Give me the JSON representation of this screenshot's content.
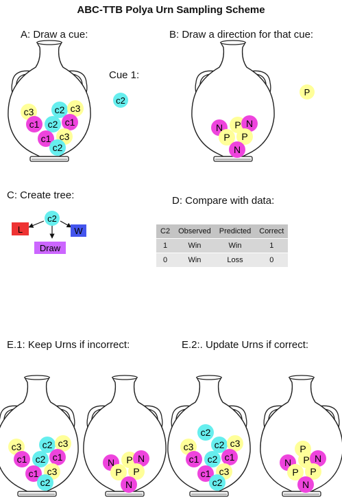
{
  "title": "ABC-TTB Polya Urn Sampling Scheme",
  "panels": {
    "a_label": "A: Draw a cue:",
    "b_label": "B: Draw a direction for that cue:",
    "c_label": "C: Create  tree:",
    "d_label": "D: Compare with data:",
    "e1_label": "E.1: Keep Urns if incorrect:",
    "e2_label": "E.2:. Update Urns if correct:"
  },
  "cue_label": "Cue 1:",
  "drawn_cue": "c2",
  "drawn_direction": "P",
  "colors": {
    "cyan": "#66eeee",
    "yellow": "#ffff99",
    "magenta": "#ee44dd",
    "red": "#ee3333",
    "blue": "#4455ee",
    "purple": "#cc66ff",
    "urn_stroke": "#222222"
  },
  "cue_urn": [
    {
      "label": "c3",
      "color": "yellow"
    },
    {
      "label": "c2",
      "color": "cyan"
    },
    {
      "label": "c3",
      "color": "yellow"
    },
    {
      "label": "c1",
      "color": "magenta"
    },
    {
      "label": "c2",
      "color": "cyan"
    },
    {
      "label": "c1",
      "color": "magenta"
    },
    {
      "label": "c1",
      "color": "magenta"
    },
    {
      "label": "c3",
      "color": "yellow"
    },
    {
      "label": "c2",
      "color": "cyan"
    }
  ],
  "cue_urn_updated": [
    {
      "label": "c2",
      "color": "cyan"
    },
    {
      "label": "c3",
      "color": "yellow"
    },
    {
      "label": "c2",
      "color": "cyan"
    },
    {
      "label": "c3",
      "color": "yellow"
    },
    {
      "label": "c1",
      "color": "magenta"
    },
    {
      "label": "c2",
      "color": "cyan"
    },
    {
      "label": "c1",
      "color": "magenta"
    },
    {
      "label": "c1",
      "color": "magenta"
    },
    {
      "label": "c3",
      "color": "yellow"
    },
    {
      "label": "c2",
      "color": "cyan"
    }
  ],
  "direction_urn": [
    {
      "label": "N",
      "color": "magenta"
    },
    {
      "label": "P",
      "color": "yellow"
    },
    {
      "label": "N",
      "color": "magenta"
    },
    {
      "label": "P",
      "color": "yellow"
    },
    {
      "label": "P",
      "color": "yellow"
    },
    {
      "label": "N",
      "color": "magenta"
    }
  ],
  "direction_urn_updated": [
    {
      "label": "P",
      "color": "yellow"
    },
    {
      "label": "N",
      "color": "magenta"
    },
    {
      "label": "P",
      "color": "yellow"
    },
    {
      "label": "N",
      "color": "magenta"
    },
    {
      "label": "P",
      "color": "yellow"
    },
    {
      "label": "P",
      "color": "yellow"
    },
    {
      "label": "N",
      "color": "magenta"
    }
  ],
  "tree": {
    "root": "c2",
    "left": "L",
    "right": "W",
    "bottom": "Draw"
  },
  "table": {
    "headers": [
      "C2",
      "Observed",
      "Predicted",
      "Correct"
    ],
    "rows": [
      [
        "1",
        "Win",
        "Win",
        "1"
      ],
      [
        "0",
        "Win",
        "Loss",
        "0"
      ]
    ]
  }
}
